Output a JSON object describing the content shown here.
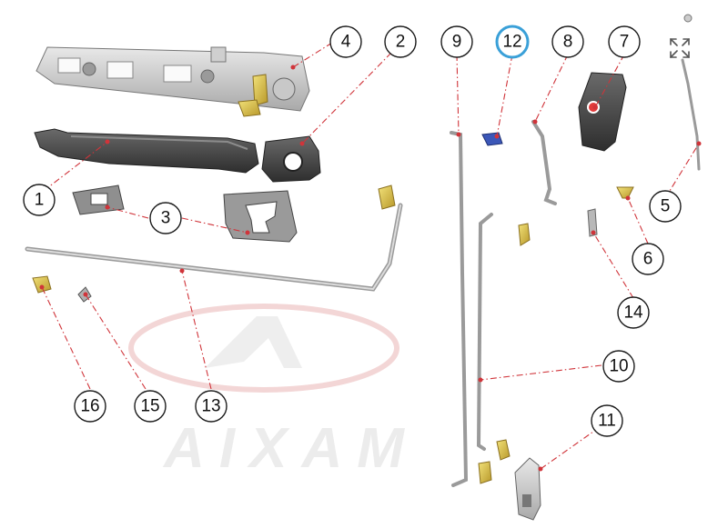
{
  "diagram": {
    "watermark_text": "AIXAM",
    "callouts": [
      {
        "id": "c1",
        "label": "1"
      },
      {
        "id": "c2",
        "label": "2"
      },
      {
        "id": "c3",
        "label": "3"
      },
      {
        "id": "c4",
        "label": "4"
      },
      {
        "id": "c5",
        "label": "5"
      },
      {
        "id": "c6",
        "label": "6"
      },
      {
        "id": "c7",
        "label": "7"
      },
      {
        "id": "c8",
        "label": "8"
      },
      {
        "id": "c9",
        "label": "9"
      },
      {
        "id": "c10",
        "label": "10"
      },
      {
        "id": "c11",
        "label": "11"
      },
      {
        "id": "c12",
        "label": "12",
        "selected": true
      },
      {
        "id": "c13",
        "label": "13"
      },
      {
        "id": "c14",
        "label": "14"
      },
      {
        "id": "c15",
        "label": "15"
      },
      {
        "id": "c16",
        "label": "16"
      }
    ]
  },
  "controls": {
    "expand_icon": "expand-icon"
  },
  "colors": {
    "leader": "#d0343a",
    "selected_ring": "#3aa0d8",
    "watermark": "#e6e6e6"
  }
}
